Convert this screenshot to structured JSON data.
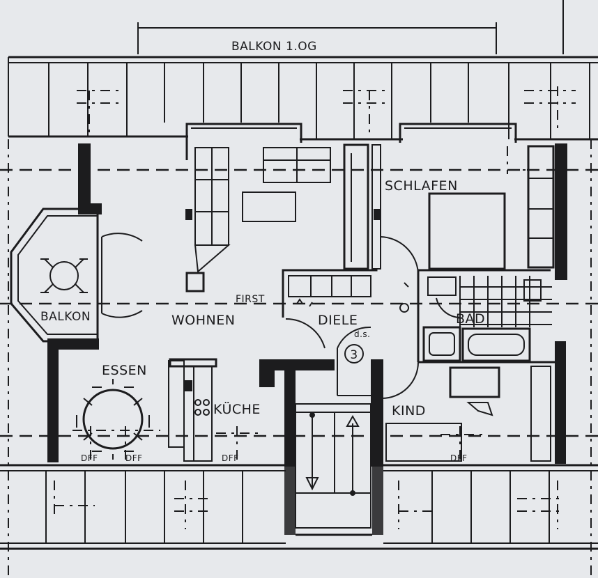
{
  "labels": {
    "balcony_upper": "BALKON 1.OG",
    "balkon": "BALKON",
    "wohnen": "WOHNEN",
    "first": "FIRST",
    "diele": "DIELE",
    "schlafen": "SCHLAFEN",
    "bad": "BAD",
    "essen": "ESSEN",
    "kueche": "KÜCHE",
    "kind": "KIND",
    "stair_number": "3",
    "ds": "d.s.",
    "dff_1": "DFF",
    "dff_2": "DFF",
    "dff_3": "DFF",
    "dff_4": "DFF"
  }
}
